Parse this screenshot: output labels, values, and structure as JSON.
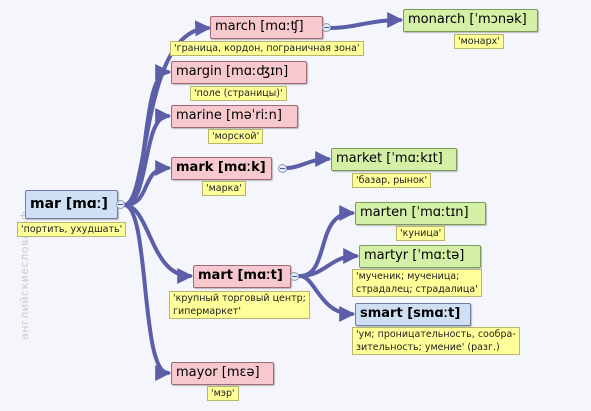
{
  "watermark": "английскиеслова.рф",
  "root": {
    "label": "mar [mɑː]",
    "note": "'портить, ухудшать'"
  },
  "nodes": {
    "march": {
      "label": "march [mɑːʧ]",
      "note": "'граница, кордон, пограничная зона'"
    },
    "monarch": {
      "label": "monarch [ˈmɔnək]",
      "note": "'монарх'"
    },
    "margin": {
      "label": "margin [mɑːʤɪn]",
      "note": "'поле (страницы)'"
    },
    "marine": {
      "label": "marine [məˈriːn]",
      "note": "'морской'"
    },
    "mark": {
      "label": "mark [mɑːk]",
      "note": "'марка'"
    },
    "market": {
      "label": "market [ˈmɑːkɪt]",
      "note": "'базар, рынок'"
    },
    "marten": {
      "label": "marten [ˈmɑːtɪn]",
      "note": "'куница'"
    },
    "martyr": {
      "label": "martyr [ˈmɑːtə]",
      "note_lines": [
        "'мученик; мученица;",
        "страдалец; страдалица'"
      ]
    },
    "mart": {
      "label": "mart [mɑːt]",
      "note_lines": [
        "'крупный торговый центр;",
        "гипермаркет'"
      ]
    },
    "smart": {
      "label": "smart [smɑːt]",
      "note_lines": [
        "'ум; проницательность, сообра-",
        "зительность; умение' (разг.)"
      ]
    },
    "mayor": {
      "label": "mayor [mɛə]",
      "note": "'мэр'"
    }
  },
  "colors": {
    "connector": "#5c5fa8"
  }
}
